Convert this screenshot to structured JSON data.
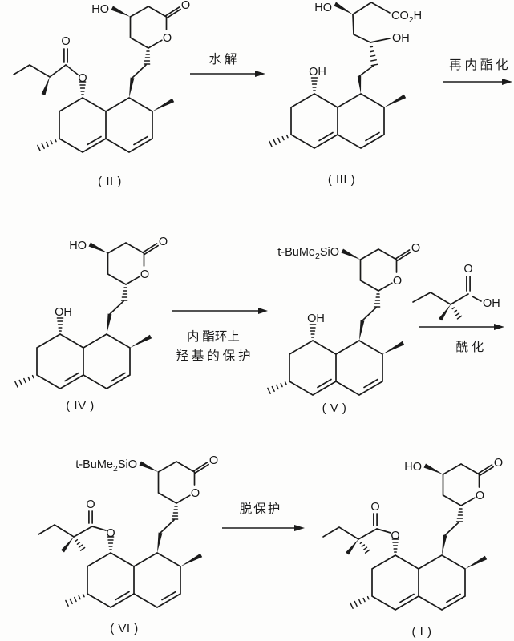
{
  "atoms": {
    "o": "O",
    "ho": "HO",
    "oh": "OH",
    "co2h_pre": "CO",
    "co2h_sub": "2",
    "co2h_post": "H",
    "tbs_pre": "t-BuMe",
    "tbs_sub": "2",
    "tbs_post": "SiO"
  },
  "compounds": {
    "c2": {
      "label": "( II )"
    },
    "c3": {
      "label": "( III )"
    },
    "c4": {
      "label": "( IV )"
    },
    "c5": {
      "label": "( V )"
    },
    "c6": {
      "label": "( VI )"
    },
    "c1": {
      "label": "( I )"
    }
  },
  "steps": {
    "hydrolysis": {
      "label": "水 解"
    },
    "relactonization": {
      "label": "再 内 酯 化"
    },
    "protection": {
      "line1": "内 酯环上",
      "line2": "羟 基 的 保 护"
    },
    "acylation": {
      "label": "酰 化"
    },
    "deprotection": {
      "label": "脱保护"
    }
  }
}
